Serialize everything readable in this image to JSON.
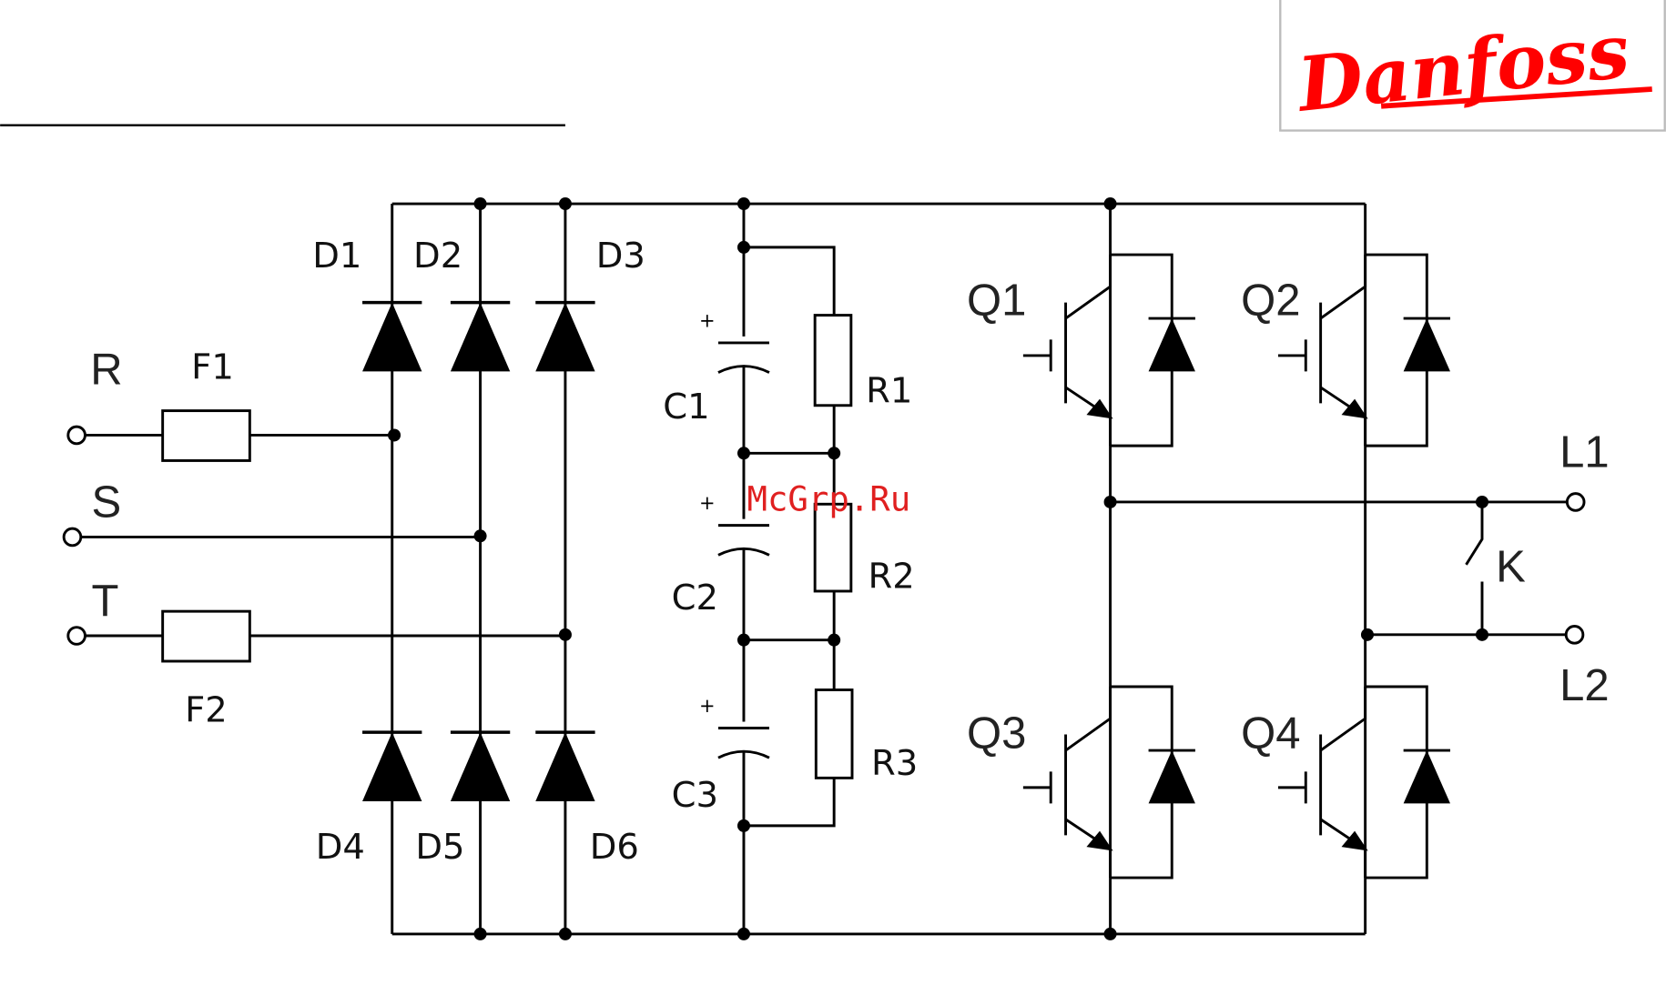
{
  "logo": {
    "text": "Danfoss",
    "color": "#ff0000"
  },
  "watermark": "McGrp.Ru",
  "inputs": {
    "r": "R",
    "s": "S",
    "t": "T"
  },
  "fuses": {
    "f1": "F1",
    "f2": "F2"
  },
  "diodes": {
    "d1": "D1",
    "d2": "D2",
    "d3": "D3",
    "d4": "D4",
    "d5": "D5",
    "d6": "D6"
  },
  "capacitors": {
    "c1": "C1",
    "c2": "C2",
    "c3": "C3"
  },
  "resistors": {
    "r1": "R1",
    "r2": "R2",
    "r3": "R3"
  },
  "transistors": {
    "q1": "Q1",
    "q2": "Q2",
    "q3": "Q3",
    "q4": "Q4"
  },
  "outputs": {
    "l1": "L1",
    "l2": "L2"
  },
  "switch": "K"
}
